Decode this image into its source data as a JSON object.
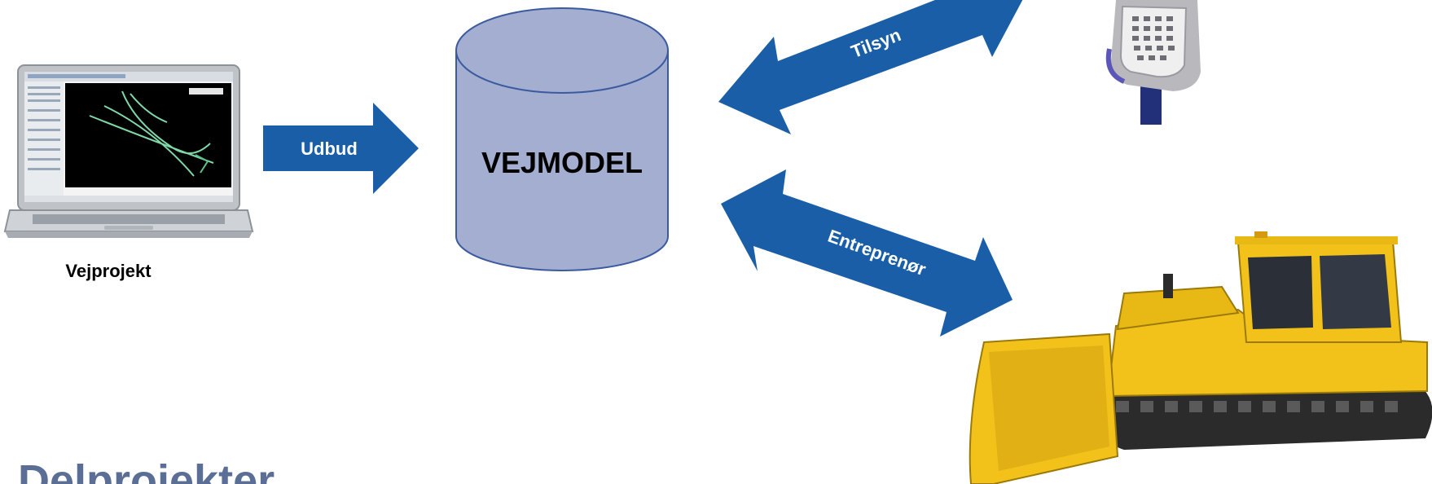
{
  "diagram": {
    "center_label": "VEJMODEL",
    "laptop_caption": "Vejprojekt",
    "arrows": {
      "udbud": "Udbud",
      "tilsyn": "Tilsyn",
      "entreprenor": "Entreprenør"
    },
    "footer_title_partial": "Delprojekter"
  },
  "colors": {
    "arrow_blue": "#1a5ea8",
    "cylinder_fill": "#a3aed0",
    "cylinder_stroke": "#3b5aa0",
    "footer_text": "#5b6f96",
    "dozer_yellow": "#f2c21b"
  },
  "icons": {
    "laptop": "laptop-cad-icon",
    "gps": "gps-rover-icon",
    "dozer": "bulldozer-icon"
  }
}
